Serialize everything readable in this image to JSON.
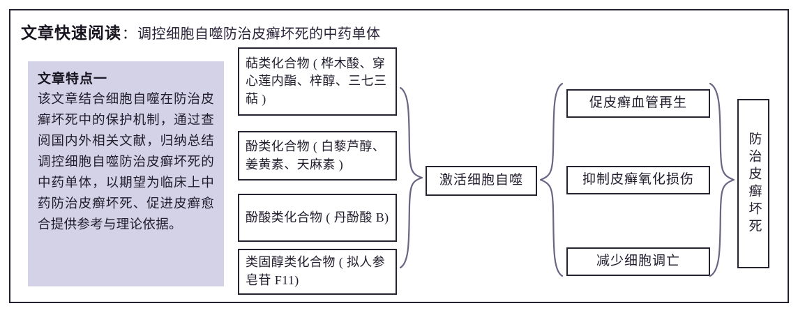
{
  "header": {
    "title_strong": "文章快速阅读",
    "colon": "：",
    "title_sub": "调控细胞自噬防治皮癣坏死的中药单体"
  },
  "feature_panel": {
    "heading": "文章特点一",
    "body": "该文章结合细胞自噬在防治皮癣坏死中的保护机制，通过查阅国内外相关文献，归纳总结调控细胞自噬防治皮癣坏死的中药单体，以期望为临床上中药防治皮癣坏死、促进皮癣愈合提供参考与理论依据。",
    "background_color": "#d4d2e7"
  },
  "compounds": [
    {
      "label": "萜类化合物 ( 桦木酸、穿心莲内酯、梓醇、三七三萜 )"
    },
    {
      "label": "酚类化合物 ( 白藜芦醇、姜黄素、天麻素 )"
    },
    {
      "label": "酚酸类化合物 ( 丹酚酸 B)"
    },
    {
      "label": "类固醇类化合物 ( 拟人参皂苷 F11)"
    }
  ],
  "central_node": {
    "label": "激活细胞自噬"
  },
  "outcomes": [
    {
      "label": "促皮癣血管再生"
    },
    {
      "label": "抑制皮癣氧化损伤"
    },
    {
      "label": "减少细胞调亡"
    }
  ],
  "final_node": {
    "label": "防治皮癣坏死"
  },
  "connectors": {
    "brace_left": "right-curly-brace",
    "brace_right": "left-curly-brace",
    "brace_final": "right-curly-brace"
  },
  "colors": {
    "border": "#272231",
    "frame": "#241f31",
    "text": "#211c2c",
    "brace": "#6b6484",
    "panel": "#d4d2e7",
    "background": "#ffffff"
  }
}
